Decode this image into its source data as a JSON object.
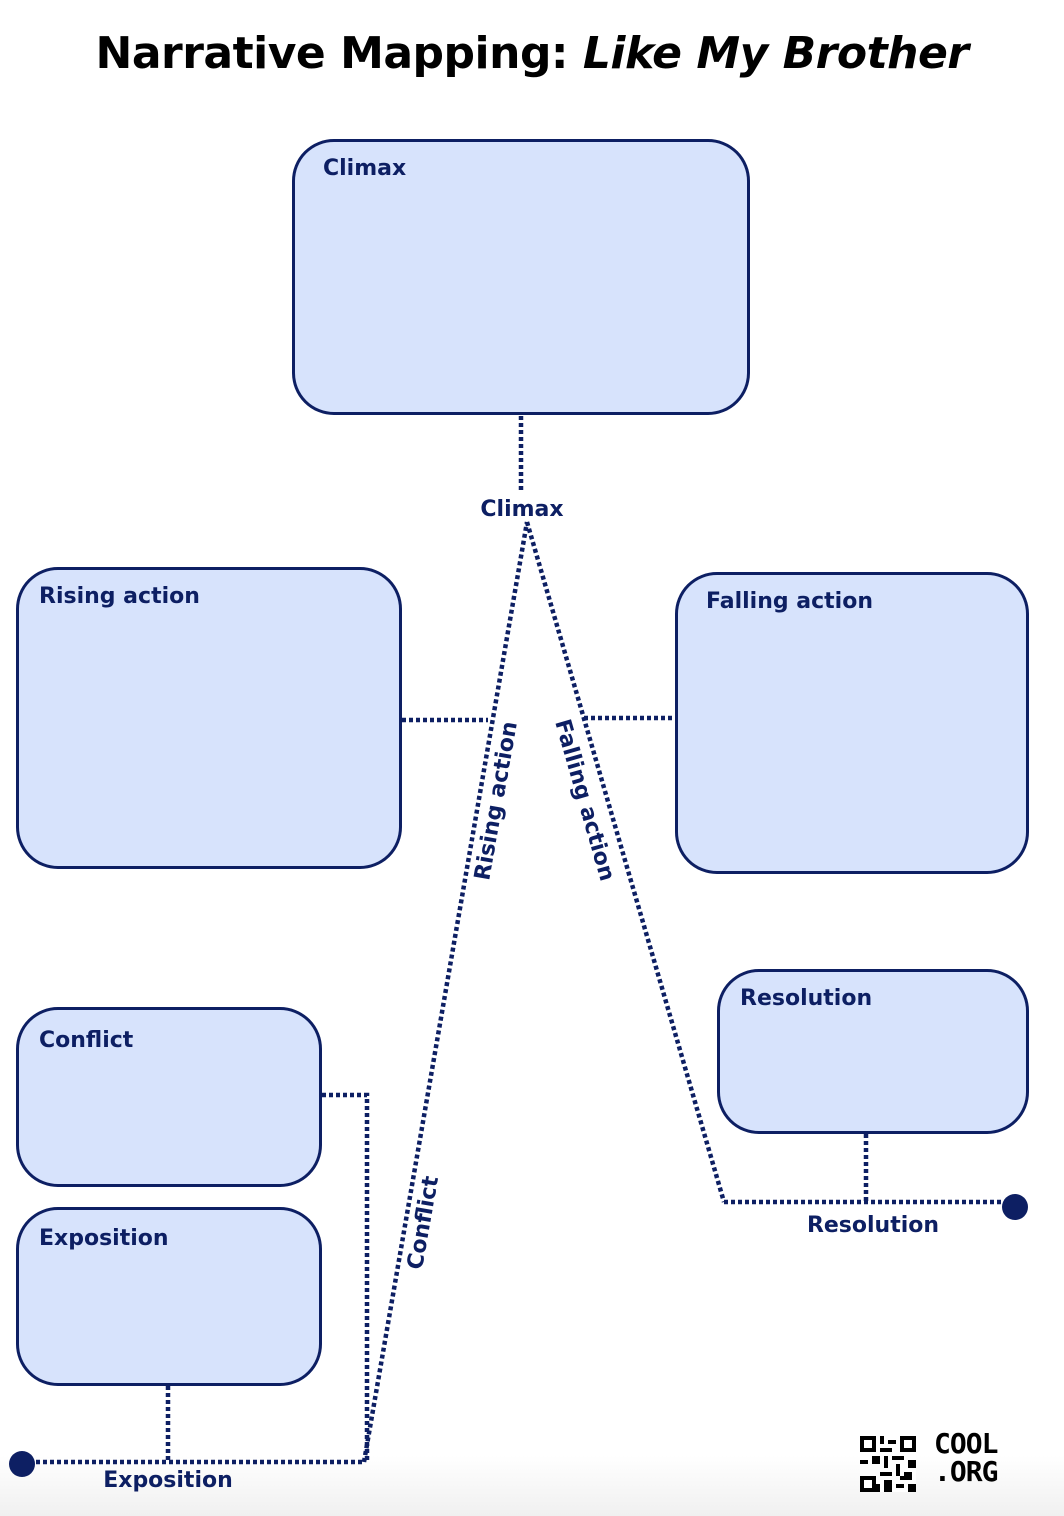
{
  "title": {
    "main": "Narrative Mapping: ",
    "italic": "Like My Brother"
  },
  "boxes": {
    "climax": "Climax",
    "rising_action": "Rising action",
    "falling_action": "Falling action",
    "conflict": "Conflict",
    "exposition": "Exposition",
    "resolution": "Resolution"
  },
  "line_labels": {
    "climax": "Climax",
    "rising_action": "Rising action",
    "falling_action": "Falling action",
    "conflict": "Conflict",
    "exposition": "Exposition",
    "resolution": "Resolution"
  },
  "logo": {
    "line1": "COOL",
    "line2": ".ORG"
  },
  "colors": {
    "box_fill": "#d7e3fc",
    "ink": "#0d1f63"
  }
}
